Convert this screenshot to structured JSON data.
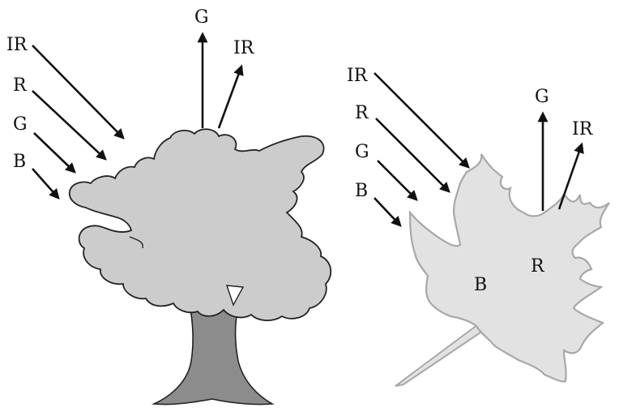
{
  "tree": {
    "incoming_labels": [
      "IR",
      "R",
      "G",
      "B"
    ],
    "reflected_labels": [
      "G",
      "IR"
    ]
  },
  "leaf": {
    "incoming_labels": [
      "IR",
      "R",
      "G",
      "B"
    ],
    "reflected_labels": [
      "G",
      "IR"
    ],
    "absorbed_labels": [
      "B",
      "R"
    ]
  },
  "colors": {
    "canopy": "#cccccc",
    "trunk": "#8c8c8c",
    "leaf": "#e2e2e2",
    "leaf_edge": "#a8a8a8",
    "arrow": "#111111"
  }
}
